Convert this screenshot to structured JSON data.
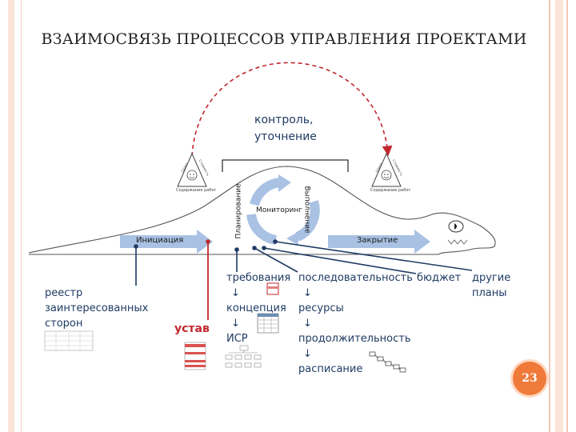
{
  "title": "ВЗАИМОСВЯЗЬ ПРОЦЕССОВ УПРАВЛЕНИЯ ПРОЕКТАМИ",
  "control_label": [
    "контроль,",
    "уточнение"
  ],
  "phases": {
    "initiation": "Инициация",
    "planning": "Планирование",
    "monitoring": "Мониторинг",
    "execution": "Выполнение",
    "closing": "Закрытие"
  },
  "outputs": {
    "register": [
      "реестр",
      "заинтересованных",
      "сторон"
    ],
    "charter": "устав",
    "requirements": "требования",
    "concept": "концепция",
    "wbs": "ИСР",
    "sequence": "последовательность",
    "resources": "ресурсы",
    "duration": "продолжительность",
    "schedule": "расписание",
    "budget": "бюджет",
    "other_plans": [
      "другие",
      "планы"
    ],
    "arrow": "↓"
  },
  "triangle_labels": [
    "Сроки",
    "Стоимость",
    "Содержание работ"
  ],
  "slide_number": "23",
  "colors": {
    "accent_red": "#c0272d",
    "navy": "#1f3b63",
    "arrow_blue": "#a9c2e3",
    "badge": "#f07a3a"
  }
}
